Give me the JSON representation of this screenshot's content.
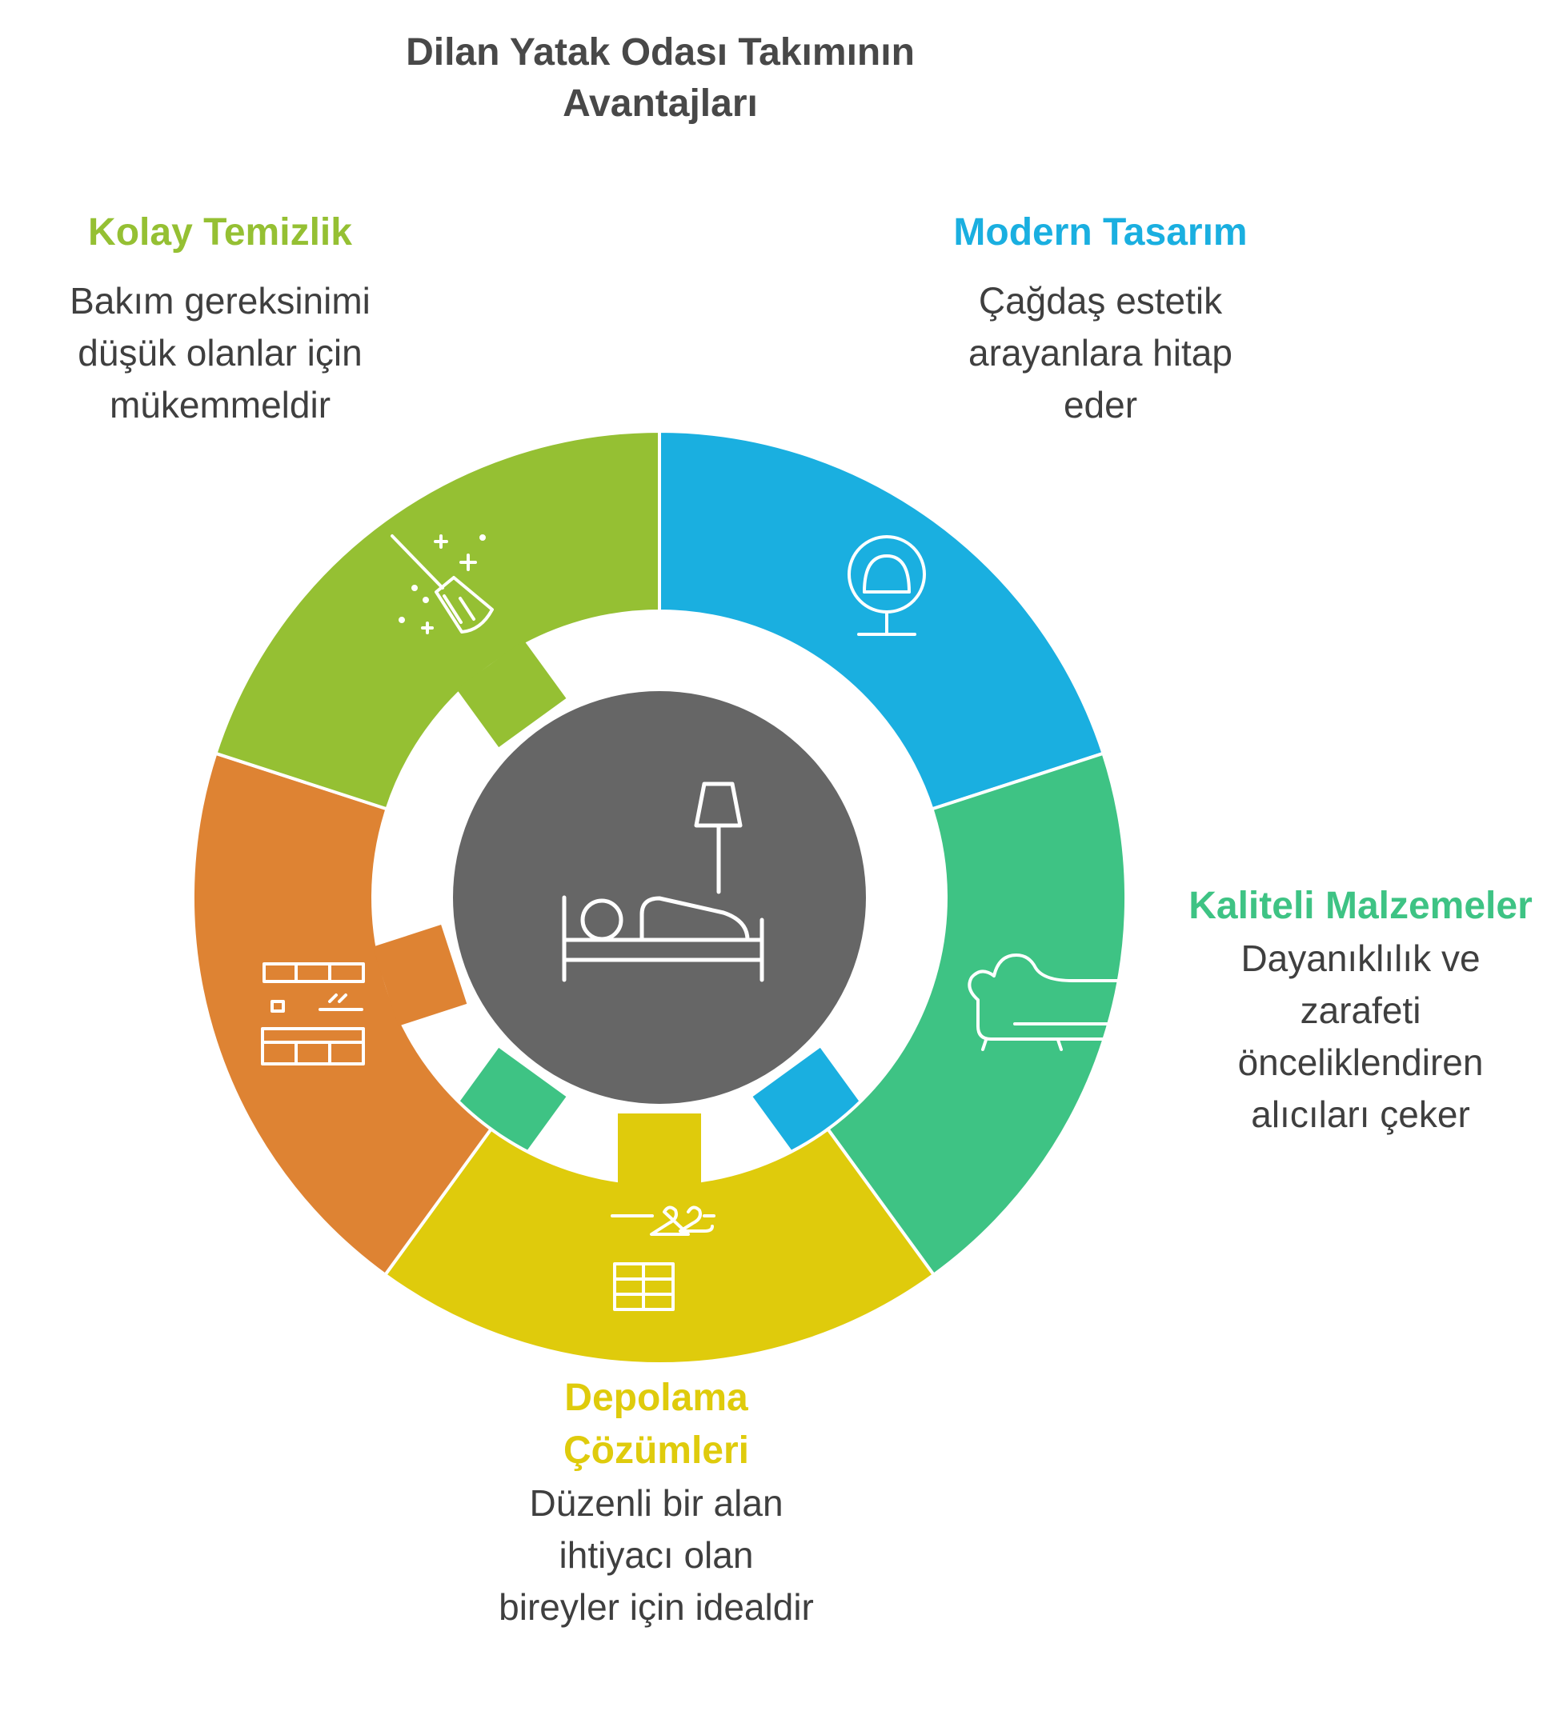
{
  "title": "Dilan Yatak Odası Takımının Avantajları",
  "center": {
    "icon": "bed-with-lamp-icon",
    "color": "#666666"
  },
  "segments": [
    {
      "key": "modern",
      "heading": "Modern Tasarım",
      "description": "Çağdaş estetik arayanlara hitap eder",
      "color": "#1AAFE0",
      "icon": "egg-chair-icon"
    },
    {
      "key": "quality",
      "heading": "Kaliteli Malzemeler",
      "description": "Dayanıklılık ve zarafeti önceliklendiren alıcıları çeker",
      "color": "#3EC384",
      "icon": "chaise-sofa-icon"
    },
    {
      "key": "storage",
      "heading": "Depolama Çözümleri",
      "description": "Düzenli bir alan ihtiyacı olan bireyler için idealdir",
      "color": "#DFCB0C",
      "icon": "dresser-hangers-icon"
    },
    {
      "key": "cabinet",
      "heading": "",
      "description": "",
      "color": "#DE8333",
      "icon": "kitchen-cabinets-icon"
    },
    {
      "key": "cleaning",
      "heading": "Kolay Temizlik",
      "description": "Bakım gereksinimi düşük olanlar için mükemmeldir",
      "color": "#95C033",
      "icon": "broom-sparkle-icon"
    }
  ]
}
